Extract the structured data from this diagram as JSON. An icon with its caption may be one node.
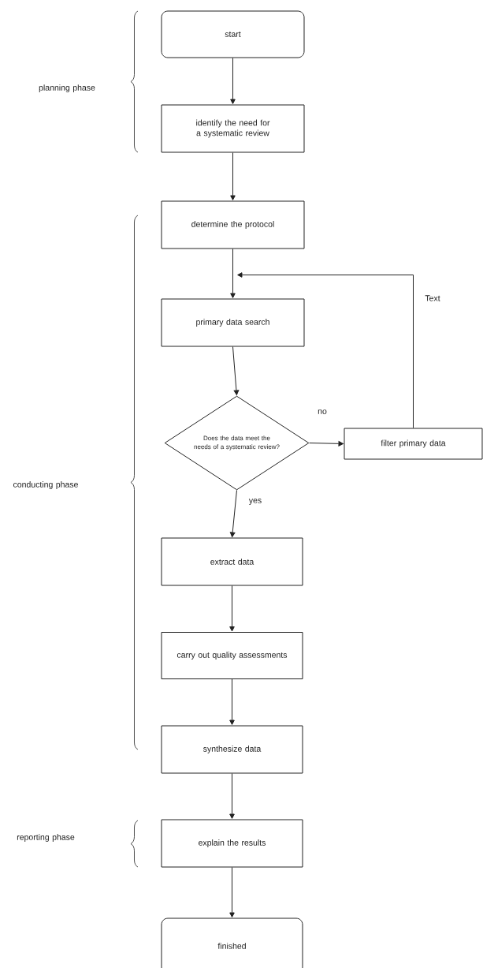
{
  "diagram": {
    "nodes": [
      {
        "text": [
          "start"
        ]
      },
      {
        "text": [
          "identify the need for a systematic review"
        ]
      },
      {
        "text": [
          "determine the protocol"
        ]
      },
      {
        "text": [
          "primary data search"
        ]
      },
      {
        "text": [
          "Does the data meet the needs of a systematic review?"
        ]
      },
      {
        "text": [
          "filter primary data"
        ]
      },
      {
        "text": [
          "extract data"
        ]
      },
      {
        "text": [
          "carry out quality assessments"
        ]
      },
      {
        "text": [
          "synthesize data"
        ]
      },
      {
        "text": [
          "explain the results"
        ]
      },
      {
        "text": [
          "finished"
        ]
      }
    ],
    "edges": [
      {
        "from": 0,
        "to": 1,
        "arrow": "to"
      },
      {
        "from": 1,
        "to": 2,
        "arrow": "to"
      },
      {
        "from": 2,
        "to": 3,
        "arrow": "to"
      },
      {
        "from": 3,
        "to": 4,
        "arrow": "to"
      },
      {
        "from": 4,
        "to": 5,
        "arrow": "to",
        "label": "no"
      },
      {
        "from": 5,
        "to": 3,
        "arrow": "to",
        "label": "Text"
      },
      {
        "from": 4,
        "to": 6,
        "arrow": "to",
        "label": "yes"
      },
      {
        "from": 6,
        "to": 7,
        "arrow": "to"
      },
      {
        "from": 7,
        "to": 8,
        "arrow": "to"
      },
      {
        "from": 8,
        "to": 9,
        "arrow": "to"
      },
      {
        "from": 9,
        "to": 10,
        "arrow": "to"
      }
    ],
    "labels": [
      "planning phase",
      "conducting phase",
      "reporting phase"
    ]
  }
}
